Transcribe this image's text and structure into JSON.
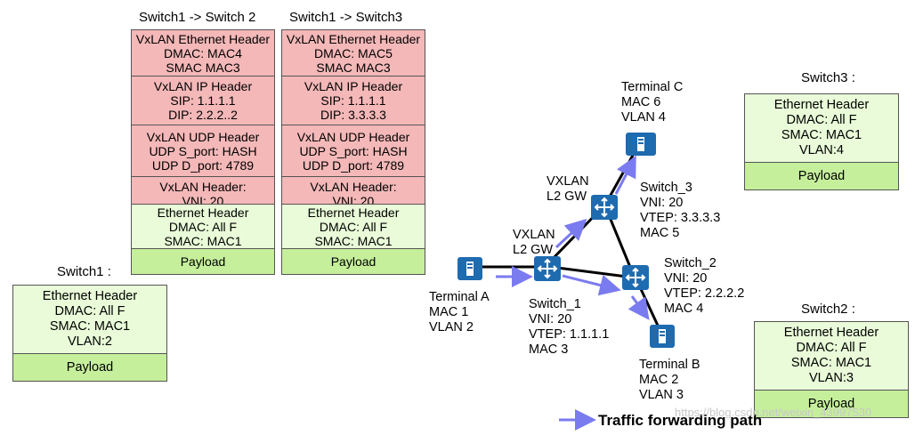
{
  "colors": {
    "pink": "#f4b8b8",
    "light_green": "#e9fbd8",
    "green": "#c5ef9b",
    "device": "#1e6bb0",
    "arrow": "#7b7bf0"
  },
  "stack1": {
    "title": "Switch1 -> Switch 2",
    "vxlan_eth": [
      "VxLAN Ethernet Header",
      "DMAC: MAC4",
      "SMAC MAC3"
    ],
    "vxlan_ip": [
      "VxLAN IP Header",
      "SIP: 1.1.1.1",
      "DIP: 2.2.2..2"
    ],
    "vxlan_udp": [
      "VxLAN UDP Header",
      "UDP S_port: HASH",
      "UDP D_port: 4789"
    ],
    "vxlan_hdr": [
      "VxLAN Header:",
      "VNI: 20"
    ],
    "eth": [
      "Ethernet Header",
      "DMAC: All F",
      "SMAC: MAC1"
    ],
    "payload": "Payload"
  },
  "stack2": {
    "title": "Switch1 -> Switch3",
    "vxlan_eth": [
      "VxLAN Ethernet Header",
      "DMAC: MAC5",
      "SMAC MAC3"
    ],
    "vxlan_ip": [
      "VxLAN IP Header",
      "SIP: 1.1.1.1",
      "DIP: 3.3.3.3"
    ],
    "vxlan_udp": [
      "VxLAN UDP Header",
      "UDP S_port: HASH",
      "UDP D_port: 4789"
    ],
    "vxlan_hdr": [
      "VxLAN Header:",
      "VNI: 20"
    ],
    "eth": [
      "Ethernet Header",
      "DMAC: All F",
      "SMAC: MAC1"
    ],
    "payload": "Payload"
  },
  "frame_switch1": {
    "title": "Switch1 :",
    "lines": [
      "Ethernet Header",
      "DMAC: All F",
      "SMAC: MAC1",
      "VLAN:2"
    ],
    "payload": "Payload"
  },
  "frame_switch3": {
    "title": "Switch3 :",
    "lines": [
      "Ethernet Header",
      "DMAC: All F",
      "SMAC: MAC1",
      "VLAN:4"
    ],
    "payload": "Payload"
  },
  "frame_switch2": {
    "title": "Switch2 :",
    "lines": [
      "Ethernet Header",
      "DMAC: All F",
      "SMAC: MAC1",
      "VLAN:3"
    ],
    "payload": "Payload"
  },
  "topology": {
    "terminal_a": [
      "Terminal A",
      "MAC 1",
      "VLAN 2"
    ],
    "terminal_b": [
      "Terminal B",
      "MAC 2",
      "VLAN 3"
    ],
    "terminal_c": [
      "Terminal C",
      "MAC 6",
      "VLAN 4"
    ],
    "switch_1": [
      "Switch_1",
      "VNI: 20",
      "VTEP: 1.1.1.1",
      "MAC 3"
    ],
    "switch_2": [
      "Switch_2",
      "VNI: 20",
      "VTEP: 2.2.2.2",
      "MAC 4"
    ],
    "switch_3": [
      "Switch_3",
      "VNI: 20",
      "VTEP: 3.3.3.3",
      "MAC 5"
    ],
    "gw1": [
      "VXLAN",
      "L2 GW"
    ],
    "gw2": [
      "VXLAN",
      "L2 GW"
    ]
  },
  "legend": "Traffic forwarding path",
  "watermark": "https://blog.csdn.net/weixin_43997530"
}
